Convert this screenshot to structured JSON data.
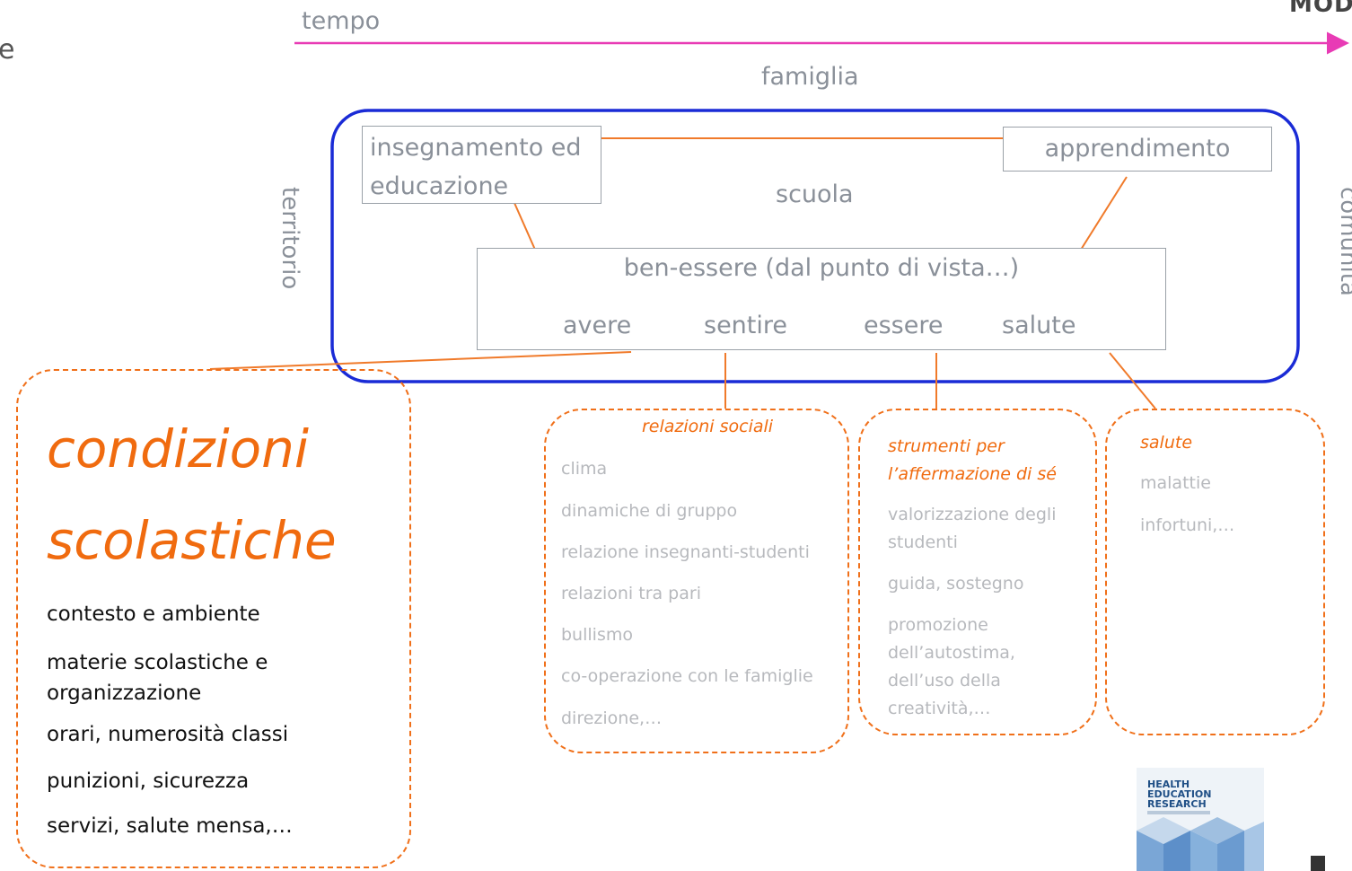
{
  "diagram": {
    "top_right_fragment": "MOD",
    "left_edge_fragment": "e",
    "time_label": "tempo",
    "family_label": "famiglia",
    "territory_label": "territorio",
    "community_label": "comunità",
    "school_label": "scuola",
    "teaching_box": "insegnamento ed educazione",
    "learning_box": "apprendimento",
    "wellbeing": {
      "title": "ben-essere (dal punto di vista…)",
      "dimensions": [
        "avere",
        "sentire",
        "essere",
        "salute"
      ]
    },
    "school_conditions": {
      "title_line1": "condizioni",
      "title_line2": "scolastiche",
      "items": [
        "contesto e ambiente",
        "materie scolastiche e organizzazione",
        "orari, numerosità classi",
        "punizioni, sicurezza",
        "servizi, salute mensa,…"
      ]
    },
    "social_relations": {
      "title": "relazioni sociali",
      "items": [
        "clima",
        "dinamiche di gruppo",
        "relazione insegnanti-studenti",
        "relazioni tra pari",
        "bullismo",
        "co-operazione con le famiglie",
        "direzione,…"
      ]
    },
    "self_affirmation": {
      "title": "strumenti per l’affermazione di sé",
      "items": [
        "valorizzazione degli studenti",
        "guida, sostegno",
        "promozione dell’autostima, dell’uso della creatività,…"
      ]
    },
    "health": {
      "title": "salute",
      "items": [
        "malattie",
        "infortuni,…"
      ]
    },
    "book_cover": {
      "title": "HEALTH EDUCATION RESEARCH"
    }
  },
  "colors": {
    "time_arrow": "#e83bb5",
    "school_border": "#1a2bd6",
    "connector": "#f07a2a",
    "accent": "#f06b0f",
    "muted_text": "#8a9099"
  }
}
